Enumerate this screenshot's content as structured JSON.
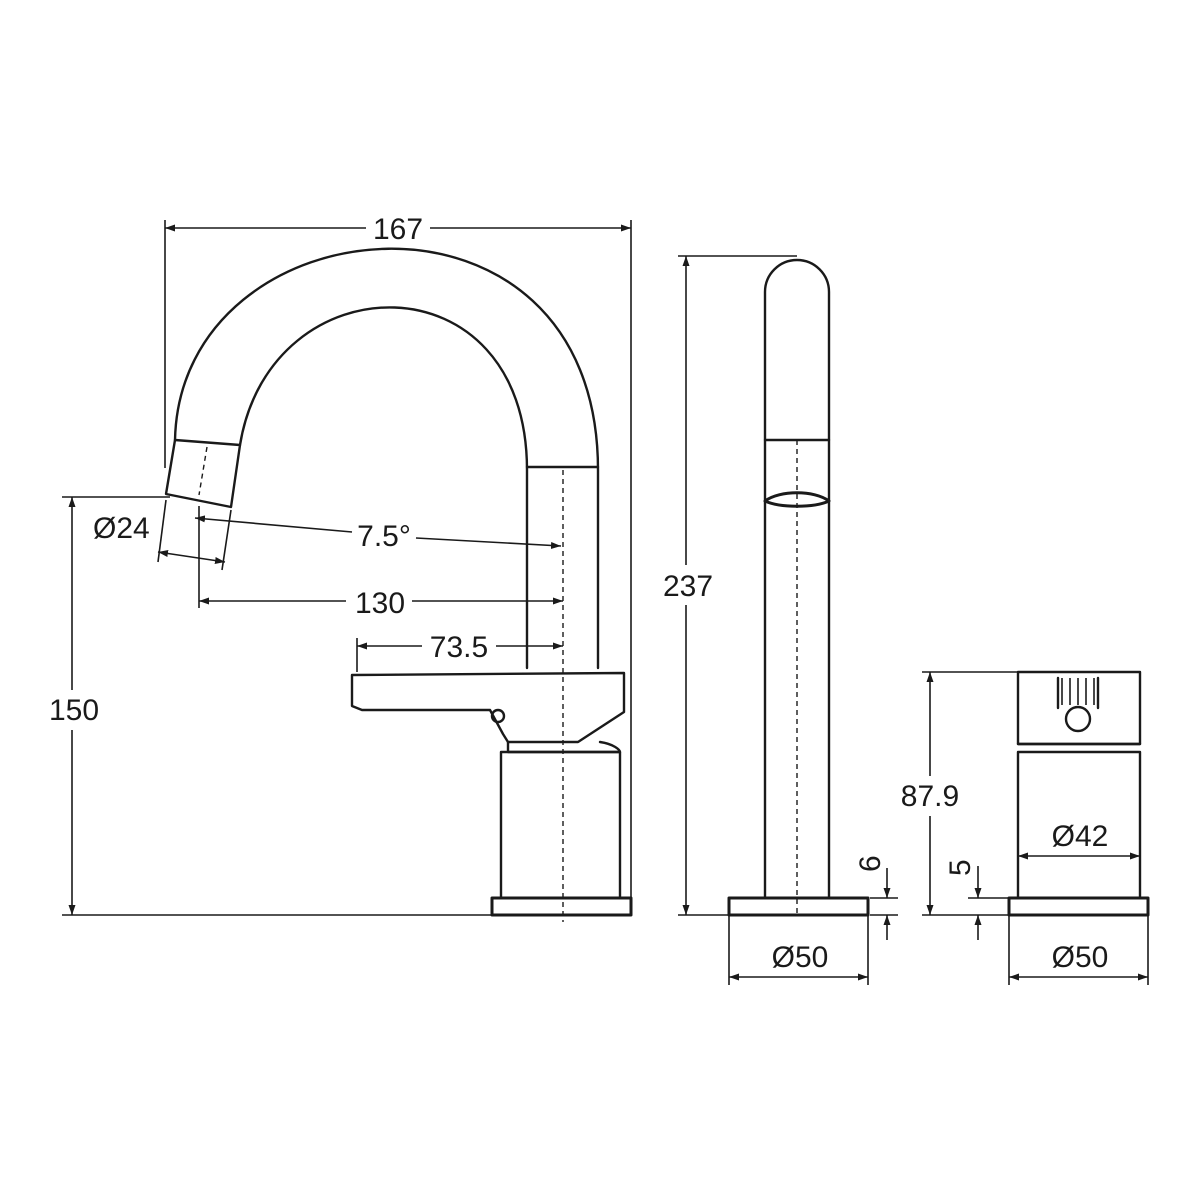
{
  "drawing": {
    "views": [
      "side-elevation",
      "front-elevation",
      "mixer-body"
    ]
  },
  "dimensions": {
    "overall_width": "167",
    "outlet_diameter": "Ø24",
    "outlet_angle": "7.5°",
    "spout_reach": "130",
    "lever_reach": "73.5",
    "outlet_height": "150",
    "overall_height": "237",
    "base_thickness": "6",
    "front_base_diameter": "Ø50",
    "mixer_height": "87.9",
    "mixer_body_diameter": "Ø42",
    "mixer_base_thickness": "5",
    "mixer_base_diameter": "Ø50"
  },
  "units": "mm"
}
